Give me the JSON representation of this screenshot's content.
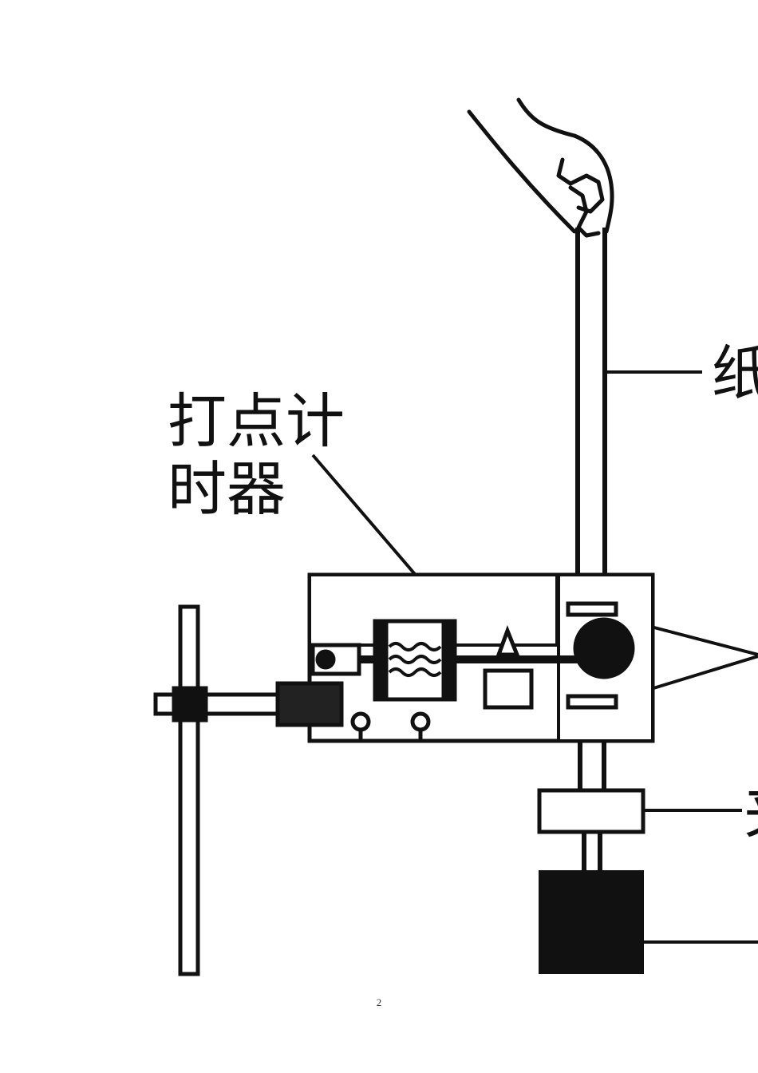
{
  "labels": {
    "timer_line1": "打点计",
    "timer_line2": "时器",
    "tape_partial": "纸",
    "clamp_partial": "夹"
  },
  "footer": {
    "page_number": "2"
  },
  "colors": {
    "ink": "#111111",
    "paper": "#ffffff"
  }
}
